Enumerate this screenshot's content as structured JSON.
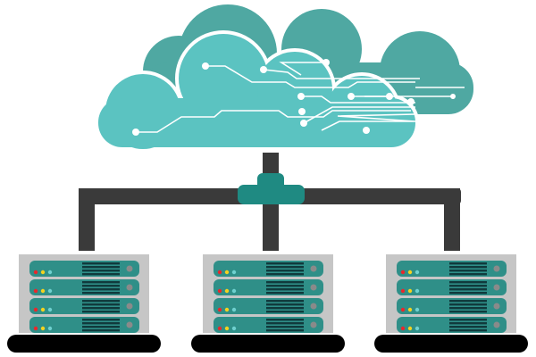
{
  "illustration": {
    "subject": "cloud-server-network",
    "colors": {
      "cloud_front": "#5bc3c1",
      "cloud_back": "#4fa8a2",
      "circuit": "#ffffff",
      "pipe": "#3a3a3a",
      "hub": "#1f8a82",
      "rack": "#c6c6c6",
      "unit": "#2f8f88",
      "vent": "#103a3c",
      "led_red": "#e8282c",
      "led_yellow": "#f4d21f",
      "led_cyan": "#6fd0cf",
      "button": "#8a8a8a",
      "base": "#000000"
    },
    "server_count": 3,
    "units_per_server": 4
  }
}
